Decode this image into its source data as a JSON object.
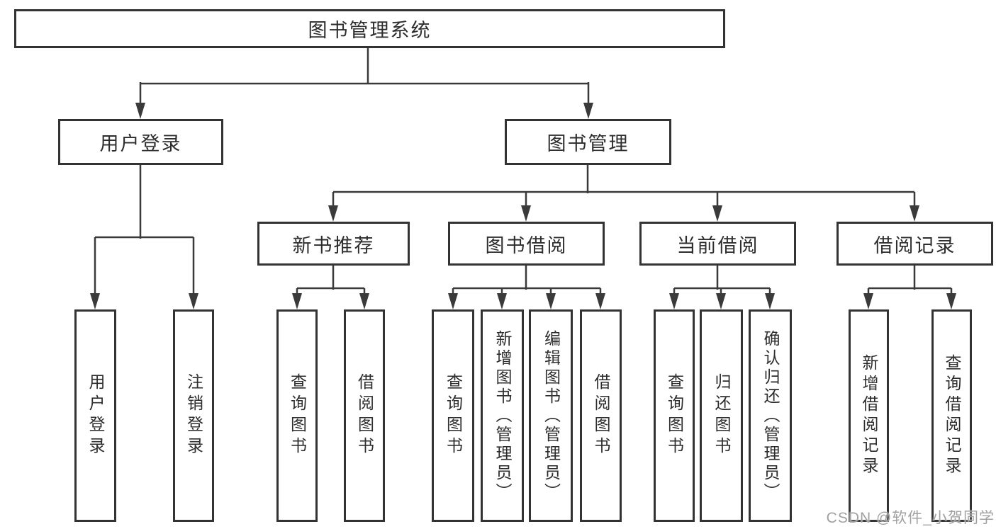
{
  "nodes": {
    "root": "图书管理系统",
    "level2": {
      "user_login": "用户登录",
      "book_management": "图书管理"
    },
    "level3": {
      "new_book_recommend": "新书推荐",
      "book_borrowing": "图书借阅",
      "current_borrowing": "当前借阅",
      "borrowing_records": "借阅记录"
    },
    "leaves": {
      "user_login": "用户登录",
      "logout": "注销登录",
      "recommend_query_books": "查询图书",
      "recommend_borrow_books": "借阅图书",
      "borrowing_query_books": "查询图书",
      "borrowing_add_books": "新增图书（管理员）",
      "borrowing_edit_books": "编辑图书（管理员）",
      "borrowing_borrow_books": "借阅图书",
      "current_query_books": "查询图书",
      "current_return_books": "归还图书",
      "current_confirm_return": "确认归还（管理员）",
      "records_add_record": "新增借阅记录",
      "records_query_record": "查询借阅记录"
    }
  },
  "watermark": "CSDN @软件_小贺同学",
  "colors": {
    "background": "#ffffff",
    "box_border": "#333333",
    "line": "#3a3a3a",
    "text": "#2d2d2d",
    "watermark": "#a0a0a0"
  }
}
